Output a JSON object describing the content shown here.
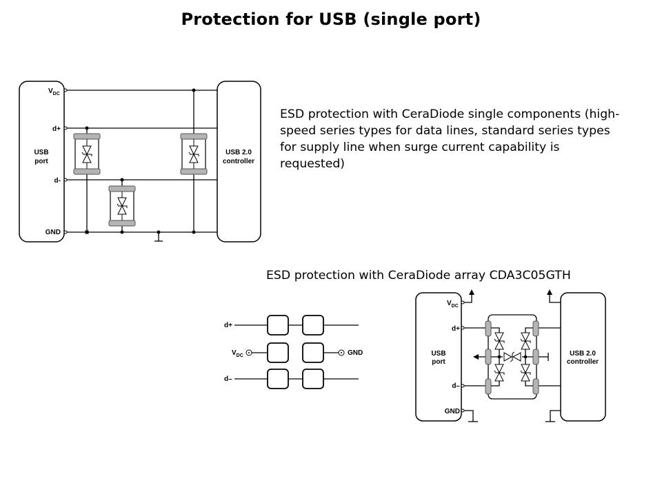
{
  "slide": {
    "title": "Protection for USB (single port)",
    "description_single": "ESD protection with CeraDiode single components (high-speed series types for data lines, standard series types for supply line when surge current capability is requested)",
    "description_array": "ESD protection with CeraDiode array CDA3C05GTH"
  },
  "diagram_single": {
    "left_block_label": [
      "USB",
      "port"
    ],
    "right_block_label": [
      "USB 2.0",
      "controller"
    ],
    "pins": [
      {
        "main": "V",
        "sub": "DC"
      },
      {
        "main": "d+",
        "sub": ""
      },
      {
        "main": "d-",
        "sub": ""
      },
      {
        "main": "GND",
        "sub": ""
      }
    ],
    "components": [
      "ceradiode-d-plus-to-gnd",
      "ceradiode-d-minus-to-gnd",
      "ceradiode-vdc-to-gnd"
    ]
  },
  "diagram_footprint": {
    "labels": {
      "d_plus": "d+",
      "d_minus": "d–",
      "vdc_main": "V",
      "vdc_sub": "DC",
      "gnd": "GND"
    },
    "pad_rows": 3,
    "pad_columns": 2
  },
  "diagram_array": {
    "left_block_label": [
      "USB",
      "port"
    ],
    "right_block_label": [
      "USB 2.0",
      "controller"
    ],
    "pins": [
      {
        "main": "V",
        "sub": "DC"
      },
      {
        "main": "d+",
        "sub": ""
      },
      {
        "main": "d–",
        "sub": ""
      },
      {
        "main": "GND",
        "sub": ""
      }
    ]
  }
}
